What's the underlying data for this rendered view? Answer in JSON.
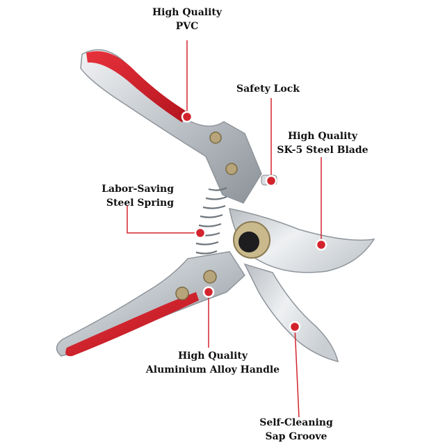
{
  "colors": {
    "accent": "#d3232d",
    "steel": "#c7cbcf",
    "steel_dark": "#7e858b",
    "pivot": "#1d1d1f",
    "brass": "#b8a47a"
  },
  "icons": [
    "pruning-shears-illustration",
    "leader-dot",
    "leader-line"
  ],
  "callouts": {
    "pvc": {
      "line1": "High Quality",
      "line2": "PVC"
    },
    "safety_lock": {
      "line1": "Safety Lock"
    },
    "blade": {
      "line1": "High Quality",
      "line2": "SK-5 Steel Blade"
    },
    "spring": {
      "line1": "Labor-Saving",
      "line2": "Steel Spring"
    },
    "handle": {
      "line1": "High Quality",
      "line2": "Aluminium Alloy Handle"
    },
    "sap_groove": {
      "line1": "Self-Cleaning",
      "line2": "Sap Groove"
    }
  }
}
